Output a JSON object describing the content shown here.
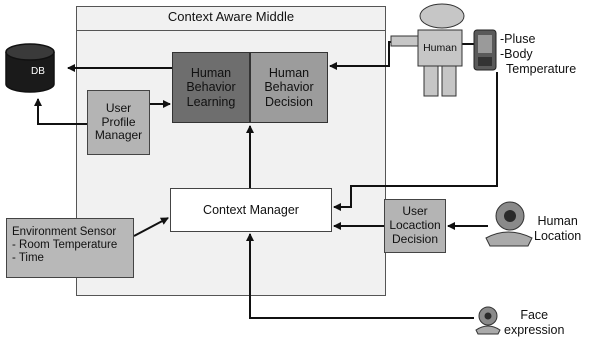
{
  "middleware": {
    "title": "Context Aware Middle"
  },
  "boxes": {
    "learning": [
      "Human",
      "Behavior",
      "Learning"
    ],
    "decision": [
      "Human",
      "Behavior",
      "Decision"
    ],
    "profile": [
      "User",
      "Profile",
      "Manager"
    ],
    "context_manager": "Context Manager",
    "location_decision": [
      "User",
      "Locaction",
      "Decision"
    ],
    "environment": [
      "Environment Sensor",
      "- Room Temperature",
      "- Time"
    ]
  },
  "database": {
    "label": "DB"
  },
  "human": {
    "label": "Human"
  },
  "sensors": {
    "vitals": [
      "-Pluse",
      "-Body",
      "Temperature"
    ],
    "location": [
      "Human",
      "Location"
    ],
    "face": [
      "Face",
      "expression"
    ]
  },
  "colors": {
    "frame_bg": "#f1f1f1",
    "learning_box": "#6e6e6e",
    "decision_box": "#9c9c9c",
    "side_box": "#b4b4b4",
    "arrow": "#111111"
  }
}
